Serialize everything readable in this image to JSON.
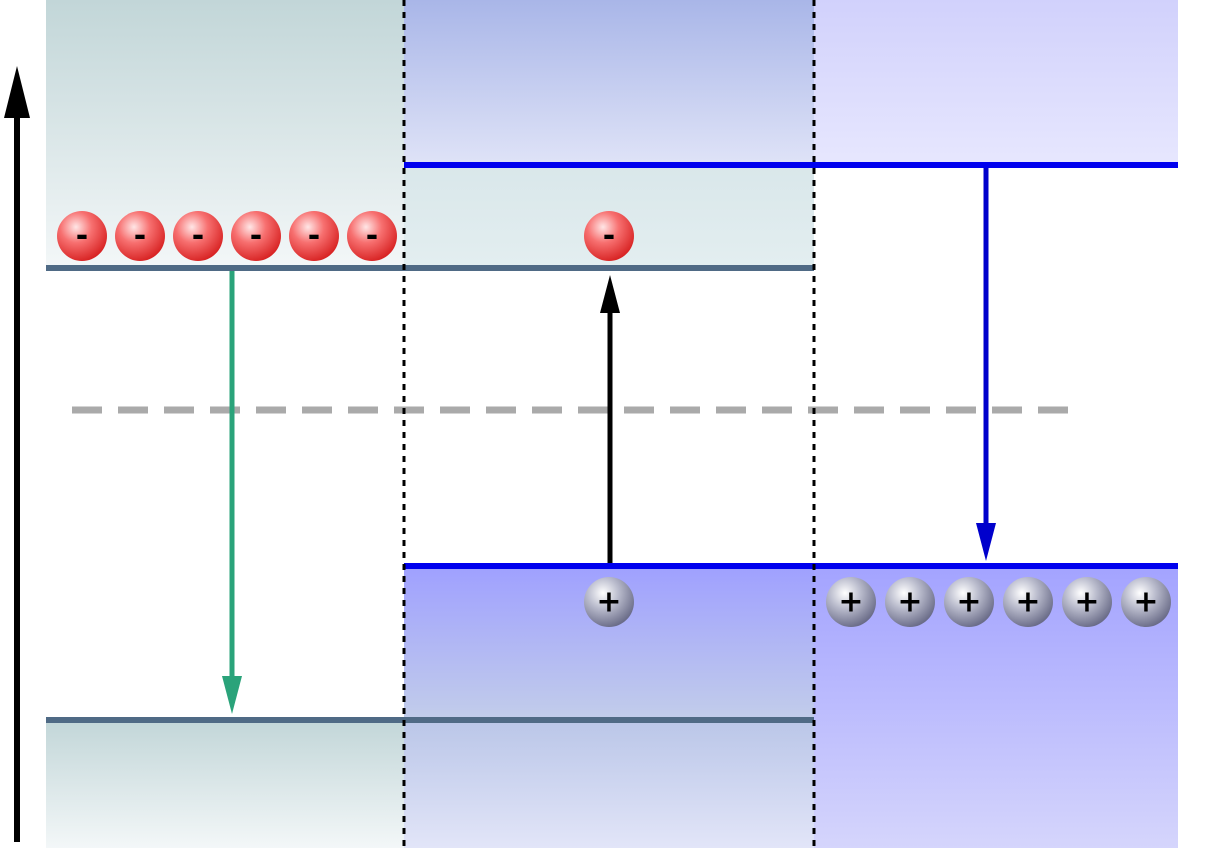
{
  "colors": {
    "left_region_top": "#c2d6d8",
    "left_region_bottom": "#f3f7f8",
    "middle_region_top": "#a9b6e8",
    "middle_region_bottom": "#dfe3f7",
    "right_region_top": "#d1d1fc",
    "right_region_bottom": "#e7e7fe",
    "middle_valence_top": "#9fa0ff",
    "middle_valence_bottom": "#c2cdea",
    "right_valence_top": "#a3a3ff",
    "right_valence_bottom": "#d5d5fc",
    "gray_band_level": "#4f6a85",
    "blue_band_level": "#0000ee",
    "fermi_level": "#aaaaaa",
    "boundary": "#000000",
    "green_arrow": "#2aa37a",
    "black_arrow": "#000000",
    "blue_arrow": "#0000cc",
    "electron": "#f04545",
    "hole": "#8d8fa8"
  },
  "particles": {
    "electron_symbol": "-",
    "hole_symbol": "+",
    "left_electron_count": 6,
    "middle_electron_count": 1,
    "middle_hole_count": 1,
    "right_hole_count": 6
  },
  "icons": {
    "vertical_axis": "energy-axis-arrow-icon",
    "green_arrow": "down-arrow-icon",
    "black_arrow": "up-arrow-icon",
    "blue_arrow": "down-arrow-icon"
  }
}
